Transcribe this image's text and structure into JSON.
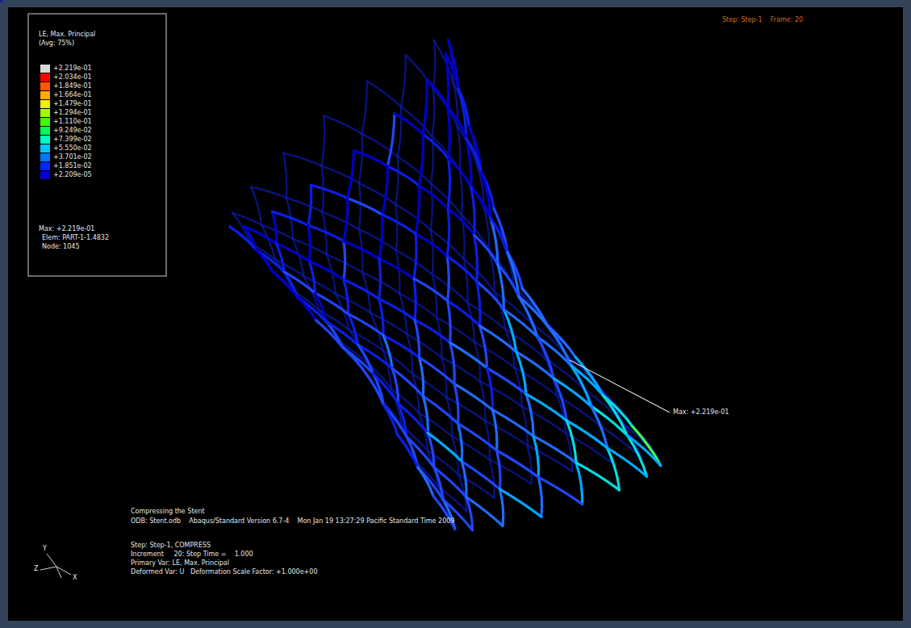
{
  "diagram": {
    "labels": [
      "LE, Max. Principal",
      "(Avg: 75%)",
      "Max: +2.219e-01",
      "Elem: PART-1-1.4832",
      "Node: 1045",
      "Step: Step-1    Frame: 20",
      "Max: +2.219e-01",
      "Compressing the Stent",
      "ODB: Stent.odb    Abaqus/Standard Version 6.7-4    Mon Jan 19 13:27:29 Pacific Standard Time 2009",
      "Step: Step-1, COMPRESS",
      "Increment     20: Step Time =    1.000",
      "Primary Var: LE, Max. Principal",
      "Deformed Var: U   Deformation Scale Factor: +1.000e+00",
      "Y",
      "Z",
      "X"
    ],
    "legend": [
      {
        "text": "+2.219e-01",
        "color": "#d9d9d9"
      },
      {
        "text": "+2.034e-01",
        "color": "#ff0000"
      },
      {
        "text": "+1.849e-01",
        "color": "#ff5a00"
      },
      {
        "text": "+1.664e-01",
        "color": "#ffaa00"
      },
      {
        "text": "+1.479e-01",
        "color": "#f0f000"
      },
      {
        "text": "+1.294e-01",
        "color": "#9eff00"
      },
      {
        "text": "+1.110e-01",
        "color": "#3cff00"
      },
      {
        "text": "+9.249e-02",
        "color": "#00ff5a"
      },
      {
        "text": "+7.399e-02",
        "color": "#00ffc8"
      },
      {
        "text": "+5.550e-02",
        "color": "#00c8ff"
      },
      {
        "text": "+3.701e-02",
        "color": "#0078ff"
      },
      {
        "text": "+1.851e-02",
        "color": "#0028ff"
      },
      {
        "text": "+2.209e-05",
        "color": "#0000d0"
      }
    ]
  }
}
